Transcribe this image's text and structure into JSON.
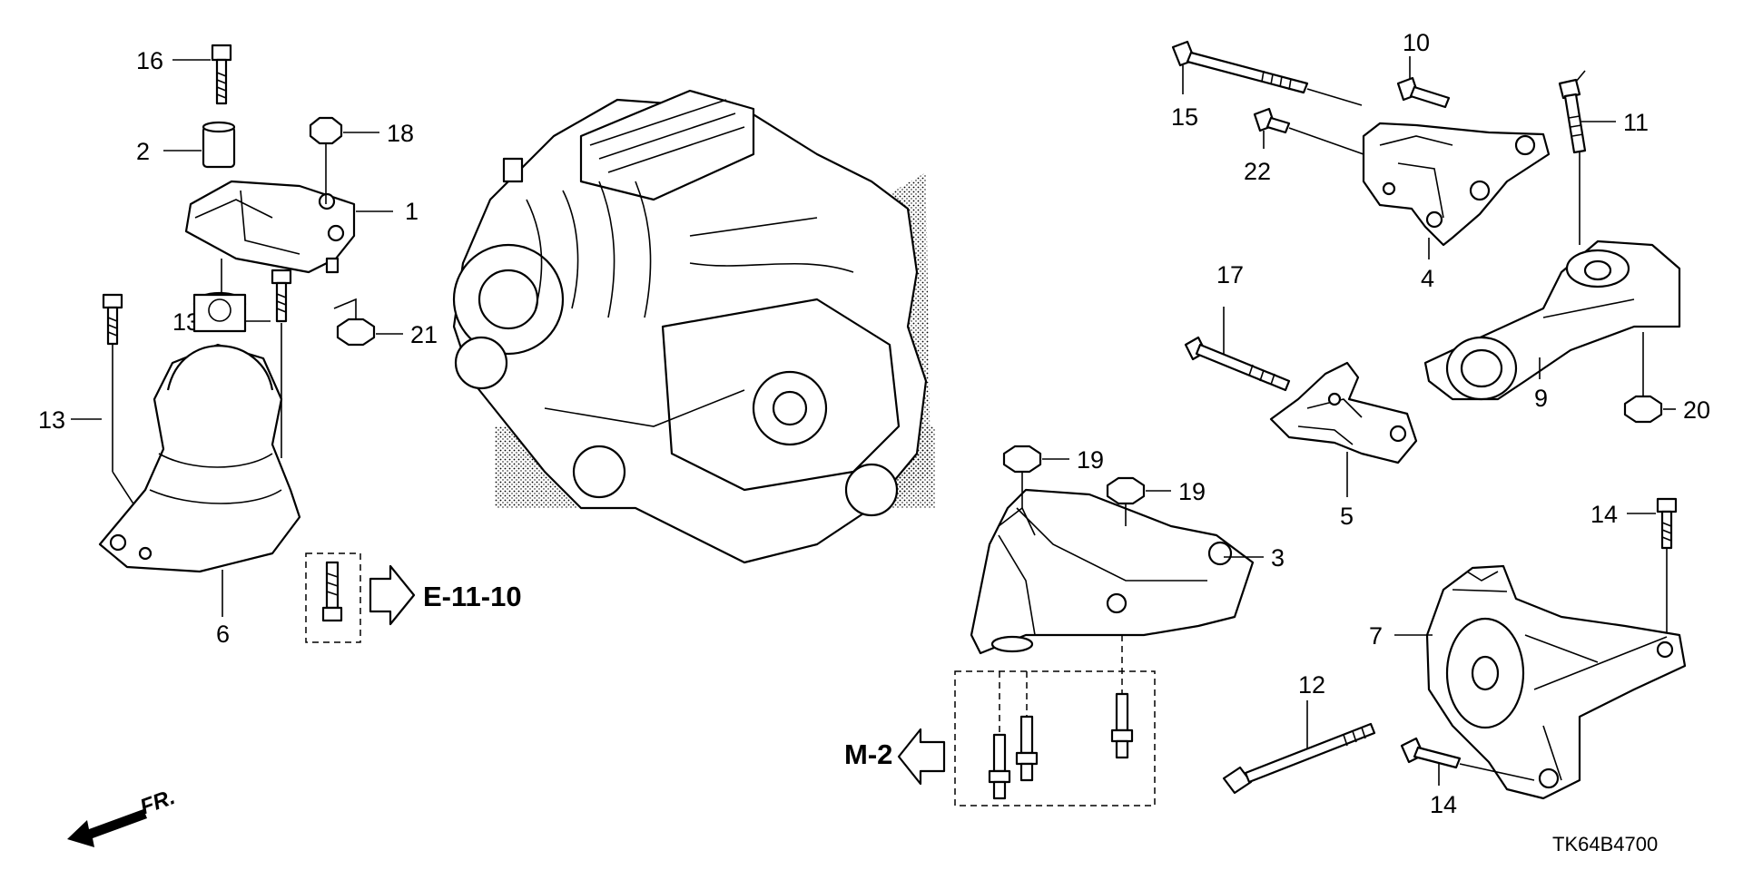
{
  "callouts": {
    "c1": "1",
    "c2": "2",
    "c3": "3",
    "c4": "4",
    "c5": "5",
    "c6": "6",
    "c7": "7",
    "c9": "9",
    "c10": "10",
    "c11": "11",
    "c12": "12",
    "c13a": "13",
    "c13b": "13",
    "c14a": "14",
    "c14b": "14",
    "c15": "15",
    "c16": "16",
    "c17": "17",
    "c18": "18",
    "c19a": "19",
    "c19b": "19",
    "c20": "20",
    "c21": "21",
    "c22": "22"
  },
  "references": {
    "e_ref": "E-11-10",
    "m_ref": "M-2"
  },
  "front_label": "FR.",
  "diagram_code": "TK64B4700",
  "icons": [
    "arrow-right-hollow-icon",
    "arrow-left-hollow-icon",
    "front-arrow-icon"
  ]
}
